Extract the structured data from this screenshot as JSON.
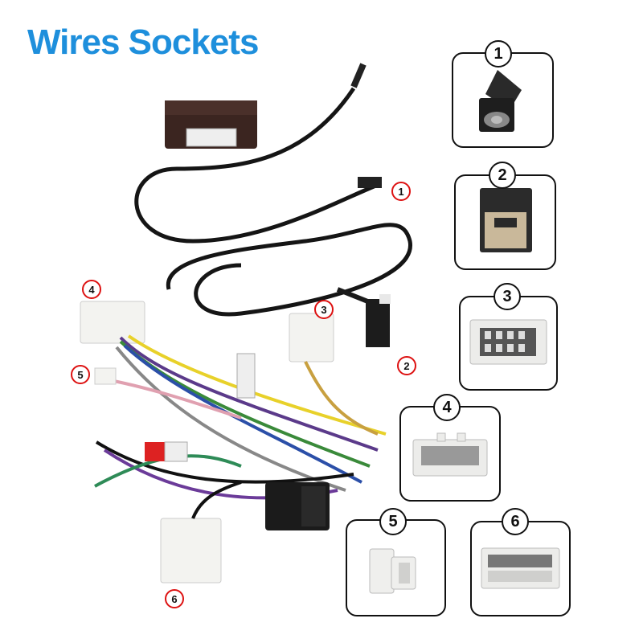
{
  "title": "Wires Sockets",
  "callouts": [
    "1",
    "2",
    "3",
    "4",
    "5",
    "6"
  ],
  "panels": [
    {
      "label": "1",
      "connector": "fakra-antenna-connector"
    },
    {
      "label": "2",
      "connector": "mini-usb-style-connector"
    },
    {
      "label": "3",
      "connector": "white-multi-pin-connector"
    },
    {
      "label": "4",
      "connector": "white-wide-pin-connector"
    },
    {
      "label": "5",
      "connector": "small-white-plug"
    },
    {
      "label": "6",
      "connector": "white-large-pin-connector"
    }
  ],
  "colors": {
    "title": "#1e8fdc",
    "callout_ring": "#dd1111",
    "panel_border": "#111111"
  }
}
